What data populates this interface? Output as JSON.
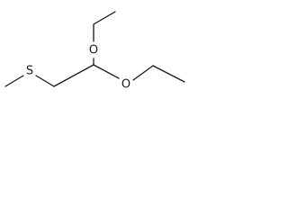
{
  "molecule": {
    "atoms": [
      {
        "id": "s1",
        "element": "S",
        "label": "S"
      },
      {
        "id": "o1",
        "element": "O",
        "label": "O"
      },
      {
        "id": "o2",
        "element": "O",
        "label": "O"
      }
    ]
  }
}
